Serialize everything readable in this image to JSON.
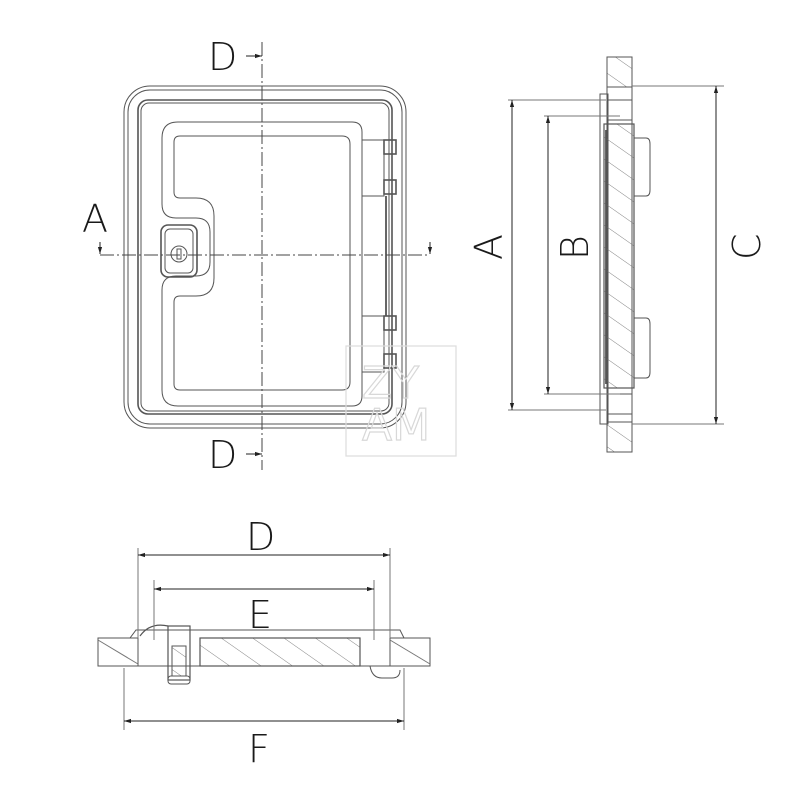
{
  "drawing": {
    "front_view": {
      "section_labels": {
        "top": "D",
        "bottom": "D",
        "left": "A"
      }
    },
    "side_view": {
      "dimension_labels": {
        "outer": "A",
        "inner": "B",
        "overall": "C"
      }
    },
    "bottom_view": {
      "dimension_labels": {
        "top": "D",
        "middle": "E",
        "bottom": "F"
      }
    },
    "watermark": {
      "line1": "ZY",
      "line2": "AM"
    },
    "colors": {
      "line": "#4a4a4a",
      "text": "#1a1a1a",
      "watermark": "#d8d8d8",
      "background": "#ffffff"
    }
  }
}
